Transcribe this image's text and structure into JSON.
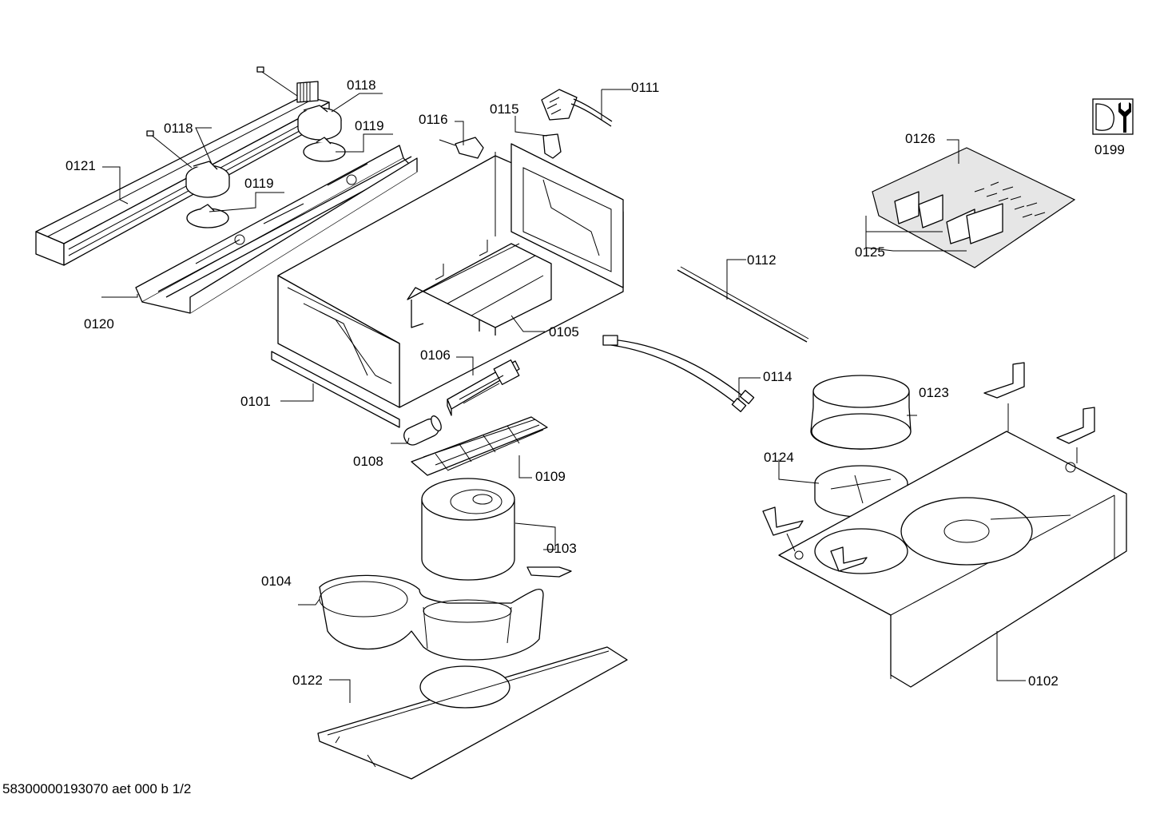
{
  "parts": [
    {
      "key": "p0111",
      "label": "0111"
    },
    {
      "key": "p0115",
      "label": "0115"
    },
    {
      "key": "p0116",
      "label": "0116"
    },
    {
      "key": "p0118a",
      "label": "0118"
    },
    {
      "key": "p0118b",
      "label": "0118"
    },
    {
      "key": "p0119a",
      "label": "0119"
    },
    {
      "key": "p0119b",
      "label": "0119"
    },
    {
      "key": "p0121",
      "label": "0121"
    },
    {
      "key": "p0120",
      "label": "0120"
    },
    {
      "key": "p0101",
      "label": "0101"
    },
    {
      "key": "p0105",
      "label": "0105"
    },
    {
      "key": "p0106",
      "label": "0106"
    },
    {
      "key": "p0108",
      "label": "0108"
    },
    {
      "key": "p0109",
      "label": "0109"
    },
    {
      "key": "p0112",
      "label": "0112"
    },
    {
      "key": "p0114",
      "label": "0114"
    },
    {
      "key": "p0126",
      "label": "0126"
    },
    {
      "key": "p0125",
      "label": "0125"
    },
    {
      "key": "p0199",
      "label": "0199"
    },
    {
      "key": "p0123",
      "label": "0123"
    },
    {
      "key": "p0124",
      "label": "0124"
    },
    {
      "key": "p0103",
      "label": "0103"
    },
    {
      "key": "p0104",
      "label": "0104"
    },
    {
      "key": "p0122",
      "label": "0122"
    },
    {
      "key": "p0102",
      "label": "0102"
    }
  ],
  "footer": "58300000193070 aet 000 b 1/2"
}
